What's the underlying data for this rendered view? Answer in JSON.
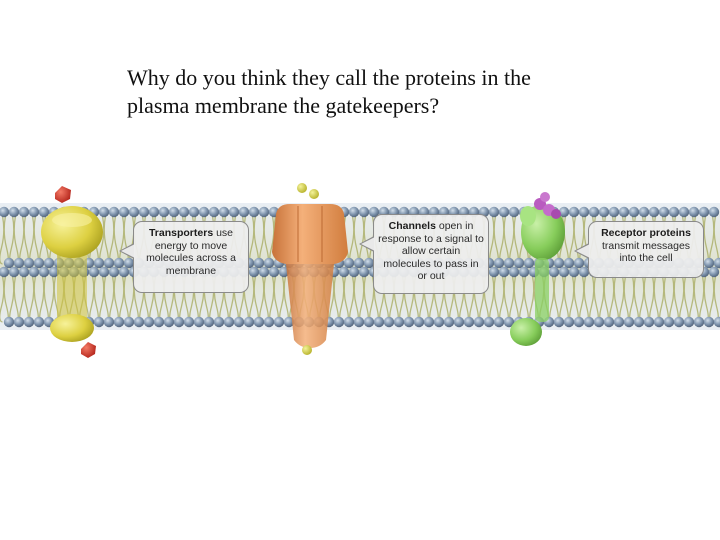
{
  "question": {
    "line1": "Why do you think they call the proteins in the",
    "line2": "plasma membrane the gatekeepers?"
  },
  "callouts": {
    "transporters": {
      "bold": "Transporters",
      "rest": " use energy to move molecules across a membrane"
    },
    "channels": {
      "bold": "Channels",
      "rest": " open in response to a signal to allow certain molecules to pass in or out"
    },
    "receptors": {
      "bold": "Receptor proteins",
      "rest": " transmit messages into the cell"
    }
  },
  "colors": {
    "lipid_head": "#7e94ad",
    "lipid_tail": "#a9ad63",
    "transporter": "#dfd340",
    "channel": "#e89a58",
    "receptor": "#8fd266",
    "ligand": "#b95bc0",
    "cargo": "#d83a2a"
  }
}
